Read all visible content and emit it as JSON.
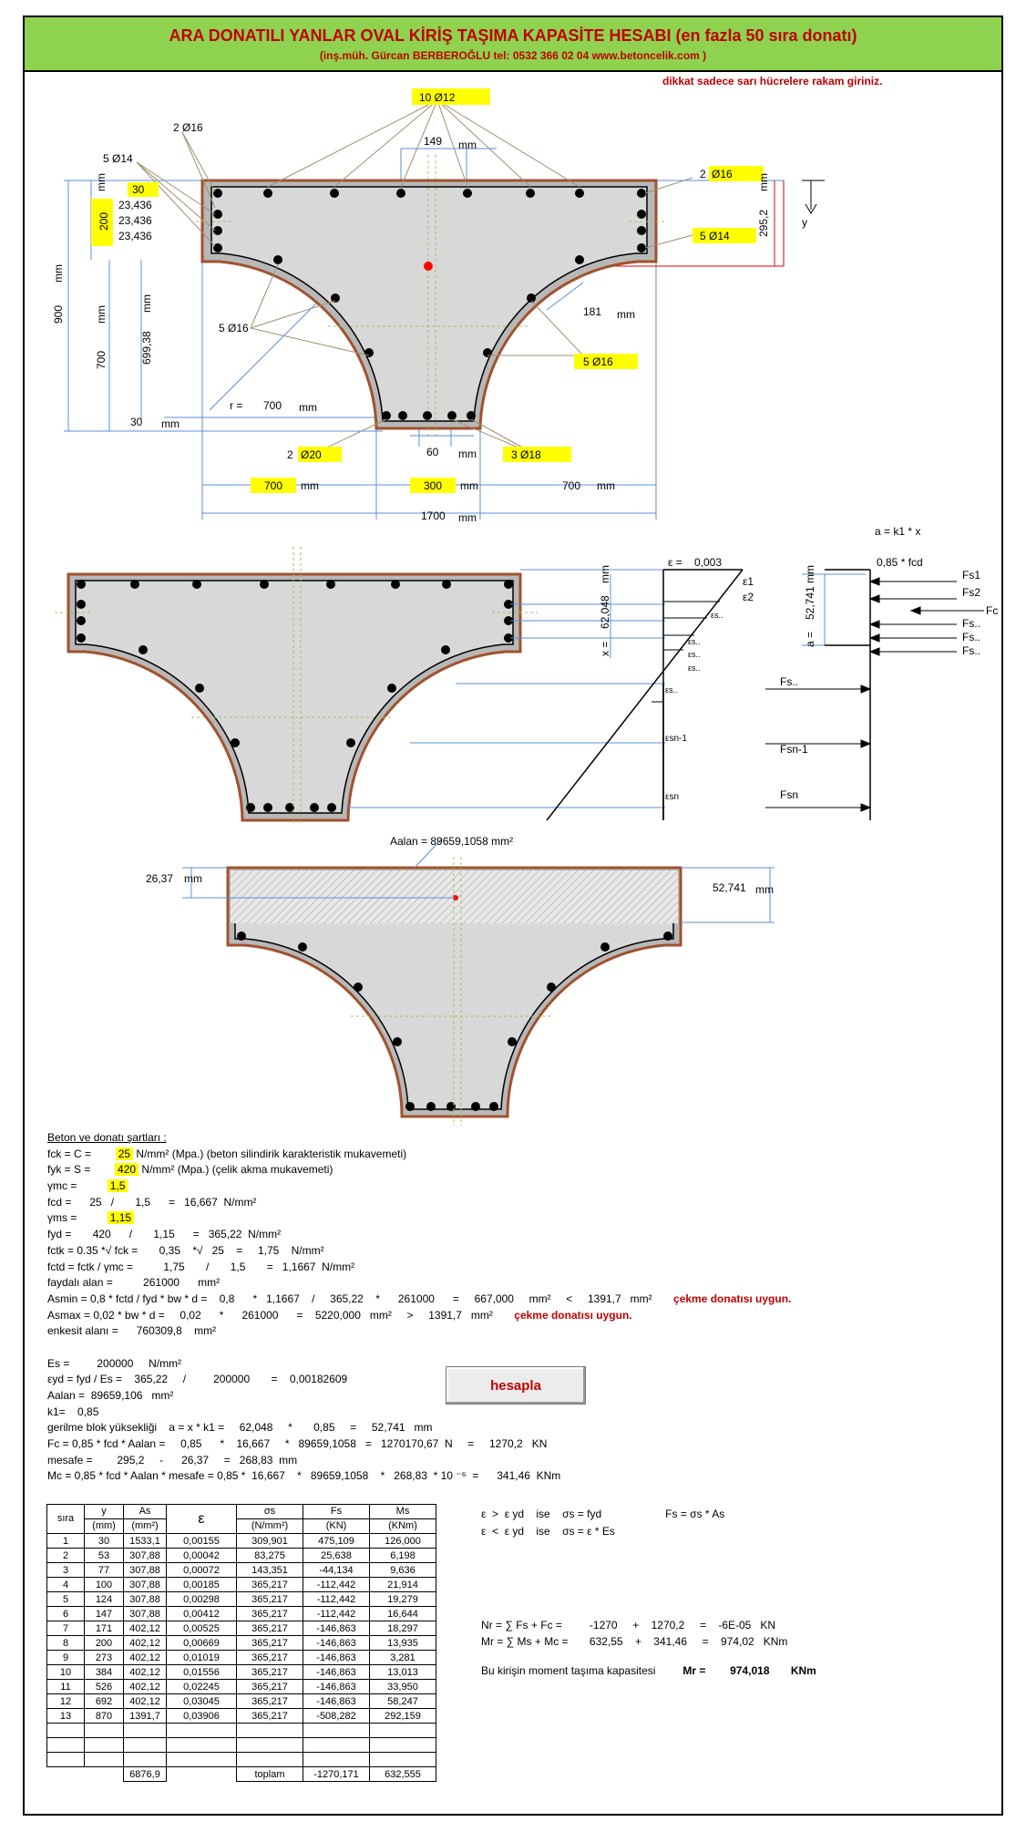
{
  "header": {
    "title": "ARA DONATILI YANLAR OVAL KİRİŞ TAŞIMA KAPASİTE HESABI (en fazla 50 sıra donatı)",
    "subtitle": "(inş.müh. Gürcan BERBEROĞLU tel: 0532 366 02 04    www.betoncelik.com )",
    "warning": "dikkat sadece sarı hücrelere rakam giriniz."
  },
  "section1": {
    "top_bars": "10 Ø12",
    "top_bars_count": "10",
    "top_bars_dia": "Ø12",
    "left_2o16": "2 Ø16",
    "left_5o14": "5 Ø14",
    "spacing_149": "149",
    "right_2o16_count": "2",
    "right_2o16_dia": "Ø16",
    "right_5o14": "5 Ø14",
    "dim_2952": "295,2",
    "dim_30": "30",
    "dim_23_1": "23,436",
    "dim_23_2": "23,436",
    "dim_23_3": "23,436",
    "dim_200": "200",
    "dim_900": "900",
    "dim_700v": "700",
    "dim_69938": "699,38",
    "dim_30b": "30",
    "radius_label": "r =",
    "radius_value": "700",
    "left_5o16": "5 Ø16",
    "right_5o16": "5 Ø16",
    "dim_181": "181",
    "bottom_2o20_count": "2",
    "bottom_2o20_dia": "Ø20",
    "bottom_3o18": "3 Ø18",
    "dim_60": "60",
    "dim_700a": "700",
    "dim_300": "300",
    "dim_700b": "700",
    "dim_1700": "1700",
    "unit_mm": "mm",
    "y_label": "y"
  },
  "section2": {
    "a_formula": "a = k1 * x",
    "eps_label": "ε =",
    "eps_value": "0,003",
    "fcd_label": "0,85 * fcd",
    "dim_62048": "62,048",
    "x_label": "x =",
    "dim_52741": "52,741",
    "a_label": "a =",
    "e1": "ε1",
    "e2": "ε2",
    "es": "εs..",
    "esn1": "εsn-1",
    "esn": "εsn",
    "fs1": "Fs1",
    "fs2": "Fs2",
    "fc": "Fc",
    "fsd": "Fs..",
    "fsn1": "Fsn-1",
    "fsn": "Fsn"
  },
  "section3": {
    "aalan": "Aalan =  89659,1058  mm²",
    "dim_2637": "26,37",
    "dim_52741": "52,741",
    "unit_mm": "mm"
  },
  "params": {
    "heading": "Beton ve donatı şartları :",
    "fck_label": "fck = C =",
    "fck_value": "25",
    "fck_desc": "N/mm² (Mpa.) (beton silindirik karakteristik mukavemeti)",
    "fyk_label": "fyk = S =",
    "fyk_value": "420",
    "fyk_desc": "N/mm² (Mpa.) (çelik akma mukavemeti)",
    "gmc_label": "γmc =",
    "gmc_value": "1,5",
    "fcd_line": "fcd =      25   /       1,5      =   16,667  N/mm²",
    "gms_label": "γms =",
    "gms_value": "1,15",
    "fyd_line": "fyd =       420      /       1,15      =   365,22  N/mm²",
    "fctk_line": "fctk = 0.35 *√ fck =       0,35    *√   25    =     1,75    N/mm²",
    "fctd_line": "fctd = fctk / γmc =          1,75       /       1,5       =   1,1667  N/mm²",
    "faydali_line": "faydalı alan =          261000      mm²",
    "asmin_line": "Asmin = 0,8 * fctd / fyd * bw * d =    0,8      *   1,1667    /     365,22    *      261000      =     667,000     mm²     <     1391,7   mm²",
    "asmin_status": "çekme donatısı uygun.",
    "asmax_line": "Asmax = 0,02 * bw * d =     0,02      *      261000      =    5220,000   mm²     >     1391,7   mm²",
    "asmax_status": "çekme donatısı uygun.",
    "enkesit_line": "enkesit alanı =      760309,8    mm²",
    "es_line": "Es =         200000     N/mm²",
    "eyd_line": "εyd = fyd / Es =    365,22     /         200000       =    0,00182609",
    "aalan_line": "Aalan =  89659,106   mm²",
    "k1_line": "k1=    0,85",
    "block_line": "gerilme blok yüksekliği    a = x * k1 =     62,048     *       0,85     =     52,741   mm",
    "fc_line": "Fc = 0,85 * fcd * Aalan =     0,85      *    16,667     *   89659,1058   =   1270170,67  N     =     1270,2   KN",
    "mesafe_line": "mesafe =        295,2     -      26,37     =   268,83  mm",
    "mc_line": "Mc = 0,85 * fcd * Aalan * mesafe = 0,85 *  16,667    *   89659,1058    *   268,83  * 10 ⁻⁶  =      341,46  KNm",
    "button": "hesapla"
  },
  "table": {
    "headers": [
      "sıra",
      "y",
      "As",
      "ε",
      "σs",
      "Fs",
      "Ms"
    ],
    "units": [
      "(mm)",
      "(mm²)",
      "(N/mm²)",
      "(KN)",
      "(KNm)"
    ],
    "rows": [
      [
        "1",
        "30",
        "1533,1",
        "0,00155",
        "309,901",
        "475,109",
        "126,000"
      ],
      [
        "2",
        "53",
        "307,88",
        "0,00042",
        "83,275",
        "25,638",
        "6,198"
      ],
      [
        "3",
        "77",
        "307,88",
        "0,00072",
        "143,351",
        "-44,134",
        "9,636"
      ],
      [
        "4",
        "100",
        "307,88",
        "0,00185",
        "365,217",
        "-112,442",
        "21,914"
      ],
      [
        "5",
        "124",
        "307,88",
        "0,00298",
        "365,217",
        "-112,442",
        "19,279"
      ],
      [
        "6",
        "147",
        "307,88",
        "0,00412",
        "365,217",
        "-112,442",
        "16,644"
      ],
      [
        "7",
        "171",
        "402,12",
        "0,00525",
        "365,217",
        "-146,863",
        "18,297"
      ],
      [
        "8",
        "200",
        "402,12",
        "0,00669",
        "365,217",
        "-146,863",
        "13,935"
      ],
      [
        "9",
        "273",
        "402,12",
        "0,01019",
        "365,217",
        "-146,863",
        "3,281"
      ],
      [
        "10",
        "384",
        "402,12",
        "0,01556",
        "365,217",
        "-146,863",
        "13,013"
      ],
      [
        "11",
        "526",
        "402,12",
        "0,02245",
        "365,217",
        "-146,863",
        "33,950"
      ],
      [
        "12",
        "692",
        "402,12",
        "0,03045",
        "365,217",
        "-146,863",
        "58,247"
      ],
      [
        "13",
        "870",
        "1391,7",
        "0,03906",
        "365,217",
        "-508,282",
        "292,159"
      ]
    ],
    "sum_as": "6876,9",
    "total_label": "toplam",
    "sum_fs": "-1270,171",
    "sum_ms": "632,555"
  },
  "notes": {
    "line1": "ε  >  ε yd    ise    σs = fyd",
    "line1b": "Fs = σs * As",
    "line2": "ε  <  ε yd    ise    σs = ε * Es",
    "nr_line": "Nr = ∑ Fs + Fc =         -1270     +    1270,2     =    -6E-05   KN",
    "mr_line": "Mr = ∑ Ms + Mc =       632,55    +    341,46     =    974,02   KNm",
    "cap_label": "Bu kirişin moment taşıma kapasitesi",
    "mr_label": "Mr =",
    "mr_value": "974,018",
    "mr_unit": "KNm"
  },
  "colors": {
    "title_bg": "#8fd24f",
    "title_text": "#c00000",
    "input_yellow": "#ffff00",
    "section_fill": "#d8d8d8",
    "section_border": "#a0522d",
    "dim_line": "#5b8fd8",
    "leader_line": "#a09070",
    "centroid": "#ff0000"
  }
}
